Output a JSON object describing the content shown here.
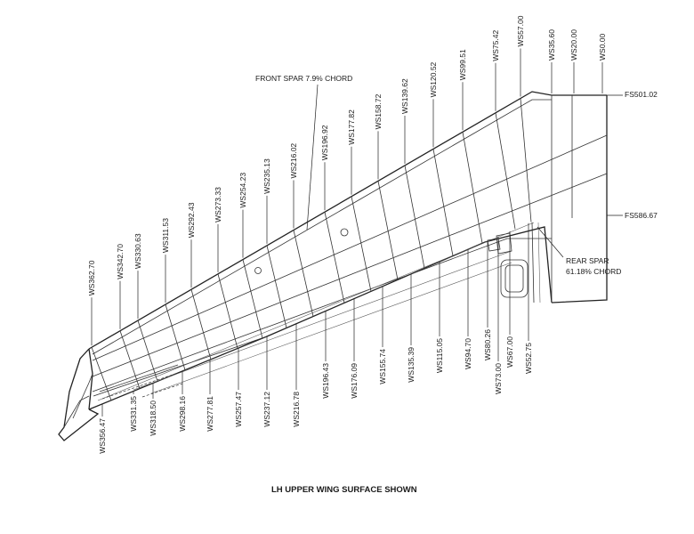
{
  "diagram": {
    "caption": "LH UPPER WING SURFACE SHOWN",
    "front_spar_label": "FRONT SPAR 7.9% CHORD",
    "rear_spar_label_1": "REAR SPAR",
    "rear_spar_label_2": "61.18% CHORD",
    "fs_labels": [
      "FS501.02",
      "FS586.67"
    ],
    "top_stations": [
      "WS362.70",
      "WS342.70",
      "WS330.63",
      "WS311.53",
      "WS292.43",
      "WS273.33",
      "WS254.23",
      "WS235.13",
      "WS216.02",
      "WS196.92",
      "WS177.82",
      "WS158.72",
      "WS139.62",
      "WS120.52",
      "WS99.51",
      "WS75.42",
      "WS57.00",
      "WS35.60",
      "WS20.00",
      "WS0.00"
    ],
    "bottom_stations": [
      "WS356.47",
      "WS331.35",
      "WS318.50",
      "WS298.16",
      "WS277.81",
      "WS257.47",
      "WS237.12",
      "WS216.78",
      "WS196.43",
      "WS176.09",
      "WS155.74",
      "WS135.39",
      "WS115.05",
      "WS94.70",
      "WS73.00",
      "WS80.26",
      "WS67.00",
      "WS52.75"
    ]
  }
}
